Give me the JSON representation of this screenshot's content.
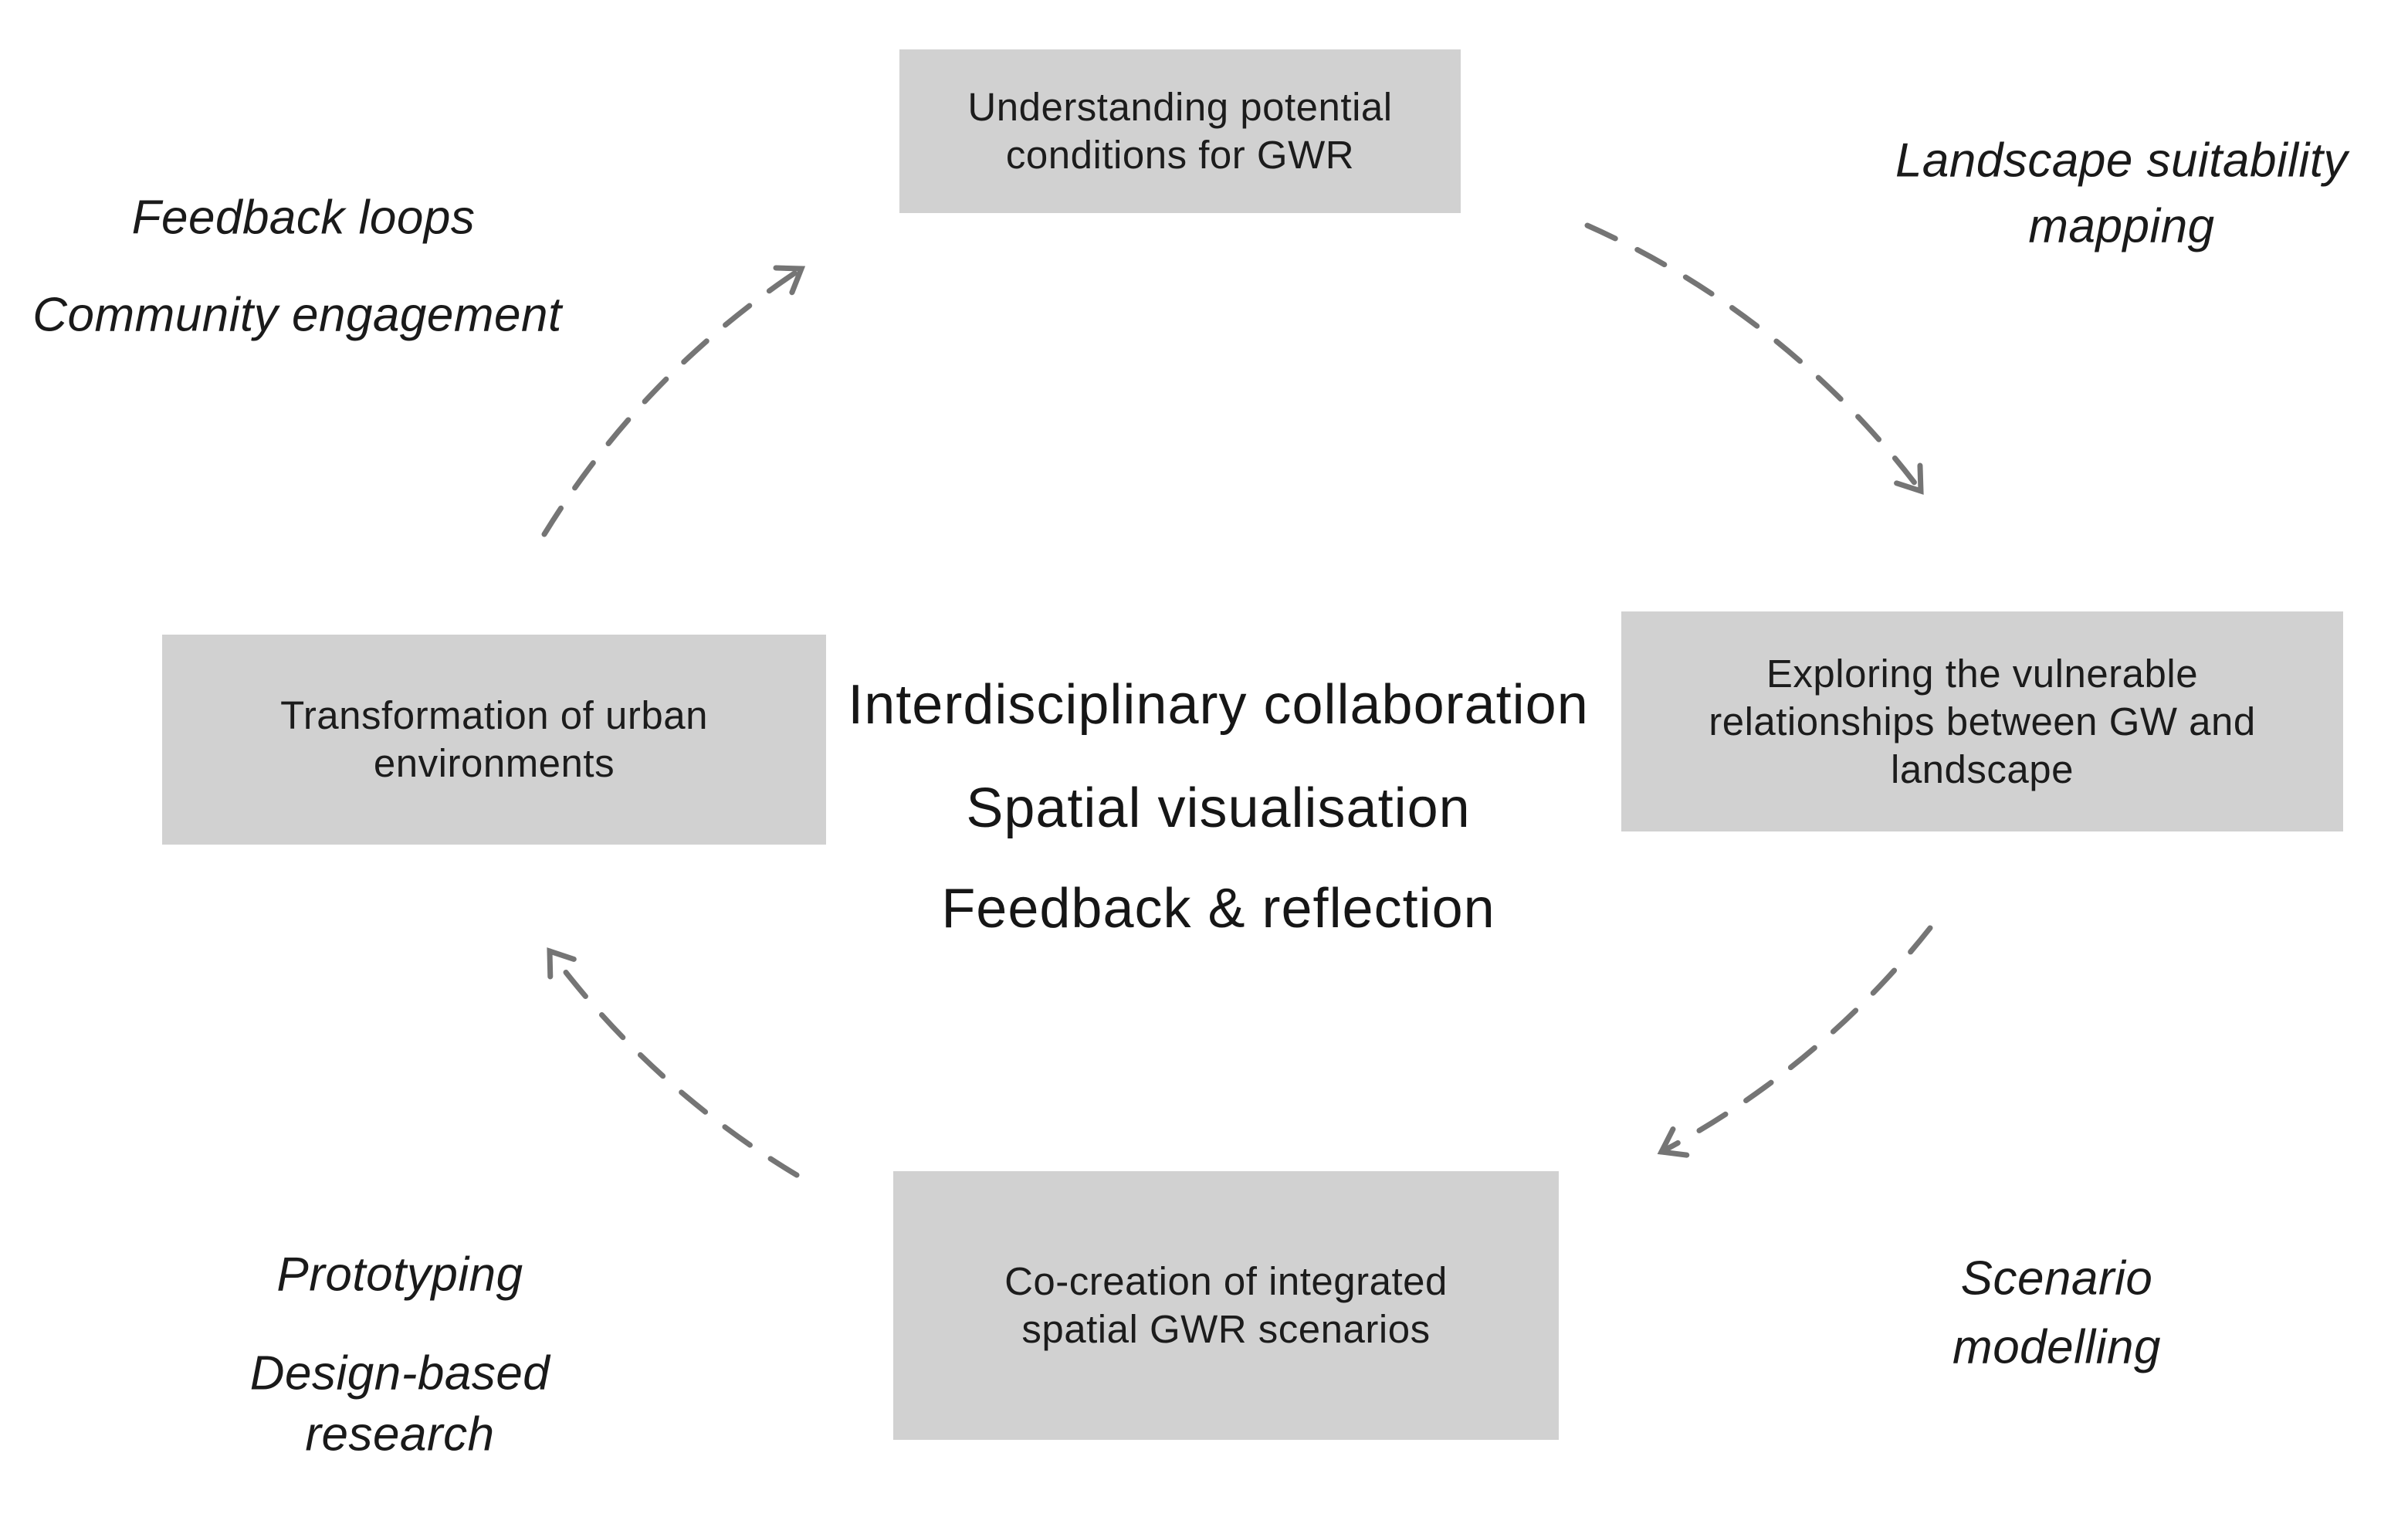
{
  "figure": {
    "type": "cycle-diagram",
    "description": "Iterative research cycle of four gray process boxes connected by dashed curved arrows, with central methods text and italic side annotations"
  },
  "colors": {
    "background": "#ffffff",
    "box_fill": "#d1d1d1",
    "box_text": "#1c1c1c",
    "center_text": "#161616",
    "label_text": "#1a1a1a",
    "arrow": "#757575"
  },
  "boxes": {
    "top": {
      "full_text": "Understanding potential conditions for GWR",
      "lines": [
        "Understanding potential",
        "conditions for GWR"
      ]
    },
    "right": {
      "full_text": "Exploring the vulnerable relationships between GW and landscape",
      "lines": [
        "Exploring the vulnerable",
        "relationships between GW and",
        "landscape"
      ]
    },
    "bottom": {
      "full_text": "Co-creation of integrated spatial GWR scenarios",
      "lines": [
        "Co-creation of integrated",
        "spatial GWR scenarios"
      ]
    },
    "left": {
      "full_text": "Transformation of urban environments",
      "lines": [
        "Transformation of urban",
        "environments"
      ]
    }
  },
  "center_labels": [
    "Interdisciplinary collaboration",
    "Spatial visualisation",
    "Feedback & reflection"
  ],
  "side_labels": {
    "top_left": {
      "full_text": "Feedback loops / Community engagement",
      "lines": [
        "Feedback loops",
        "Community engagement"
      ]
    },
    "top_right": {
      "full_text": "Landscape suitability mapping",
      "lines": [
        "Landscape suitability",
        "mapping"
      ]
    },
    "bottom_left": {
      "full_text": "Prototyping / Design-based research",
      "lines": [
        "Prototyping",
        "Design-based",
        "research"
      ]
    },
    "bottom_right": {
      "full_text": "Scenario modelling",
      "lines": [
        "Scenario",
        "modelling"
      ]
    }
  },
  "arrows": [
    {
      "id": "left-to-top",
      "from": "Transformation of urban environments",
      "to": "Understanding potential conditions for GWR",
      "style": "dashed curved"
    },
    {
      "id": "top-to-right",
      "from": "Understanding potential conditions for GWR",
      "to": "Exploring the vulnerable relationships between GW and landscape",
      "style": "dashed curved"
    },
    {
      "id": "right-to-bottom",
      "from": "Exploring the vulnerable relationships between GW and landscape",
      "to": "Co-creation of integrated spatial GWR scenarios",
      "style": "dashed curved"
    },
    {
      "id": "bottom-to-left",
      "from": "Co-creation of integrated spatial GWR scenarios",
      "to": "Transformation of urban environments",
      "style": "dashed curved"
    }
  ]
}
